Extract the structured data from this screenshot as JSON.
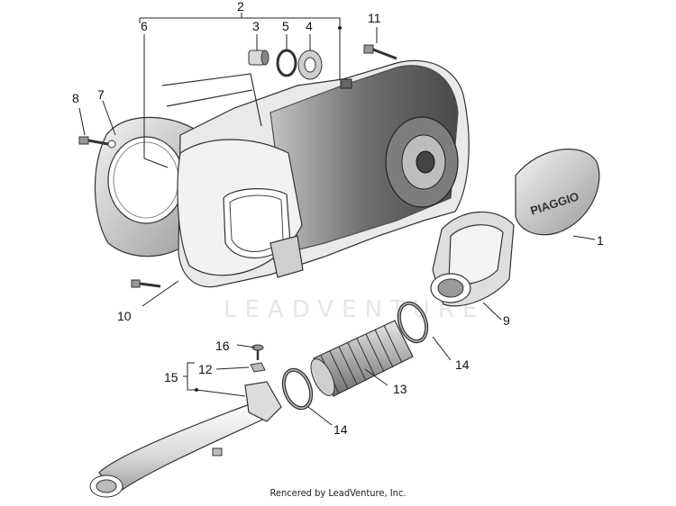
{
  "watermark": "LEADVENTURE",
  "footer": "Rencered by LeadVenture, Inc.",
  "brand_on_cover": "PIAGGIO",
  "callouts": {
    "c1": "1",
    "c2": "2",
    "c3": "3",
    "c4": "4",
    "c5": "5",
    "c6": "6",
    "c7": "7",
    "c8": "8",
    "c9": "9",
    "c10": "10",
    "c11": "11",
    "c12": "12",
    "c13": "13",
    "c14a": "14",
    "c14b": "14",
    "c15": "15",
    "c16": "16"
  },
  "colors": {
    "line": "#222222",
    "shade": "#cfcfcf",
    "dark": "#4a4a4a"
  }
}
